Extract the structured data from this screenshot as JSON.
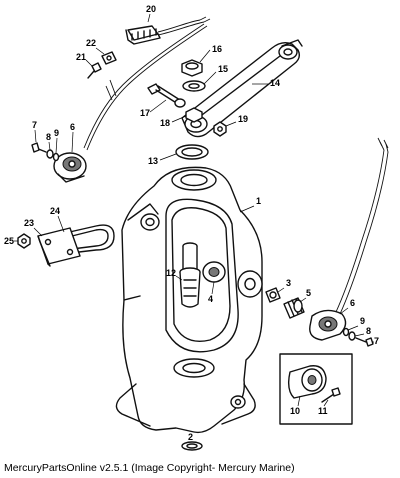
{
  "caption": "MercuryPartsOnline v2.5.1 (Image Copyright- Mercury Marine)",
  "callouts": {
    "c1": "1",
    "c2": "2",
    "c3": "3",
    "c4": "4",
    "c5": "5",
    "c6": "6",
    "c6b": "6",
    "c7": "7",
    "c7b": "7",
    "c8": "8",
    "c8b": "8",
    "c9": "9",
    "c9b": "9",
    "c10": "10",
    "c11": "11",
    "c12": "12",
    "c13": "13",
    "c14": "14",
    "c15": "15",
    "c16": "16",
    "c17": "17",
    "c18": "18",
    "c19": "19",
    "c20": "20",
    "c21": "21",
    "c22": "22",
    "c23": "23",
    "c24": "24",
    "c25": "25"
  }
}
